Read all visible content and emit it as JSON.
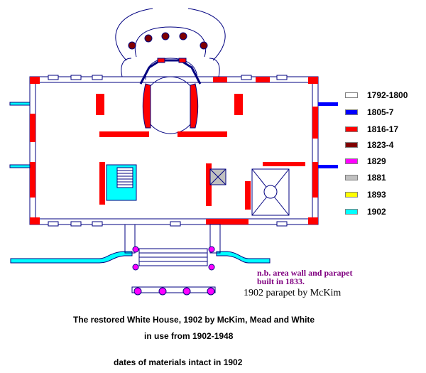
{
  "legend": {
    "items": [
      {
        "label": "1792-1800",
        "color": "#ffffff"
      },
      {
        "label": "1805-7",
        "color": "#0000ff"
      },
      {
        "label": "1816-17",
        "color": "#ff0000"
      },
      {
        "label": "1823-4",
        "color": "#800000"
      },
      {
        "label": "1829",
        "color": "#ff00ff"
      },
      {
        "label": "1881",
        "color": "#c0c0c0"
      },
      {
        "label": "1893",
        "color": "#ffff00"
      },
      {
        "label": "1902",
        "color": "#00ffff"
      }
    ]
  },
  "annotations": {
    "note_line1": "n.b.  area wall and parapet",
    "note_line2": "built in 1833.",
    "parapet": "1902 parapet by McKim"
  },
  "captions": {
    "title": "The restored White House, 1902 by McKim, Mead and White",
    "in_use": "in use from 1902-1948",
    "dates": "dates of materials intact in 1902"
  },
  "colors": {
    "wall_outline": "#000080",
    "red_wall": "#ff0000",
    "cyan": "#00ffff",
    "magenta": "#ff00ff",
    "maroon": "#800000",
    "note_purple": "#800080"
  }
}
